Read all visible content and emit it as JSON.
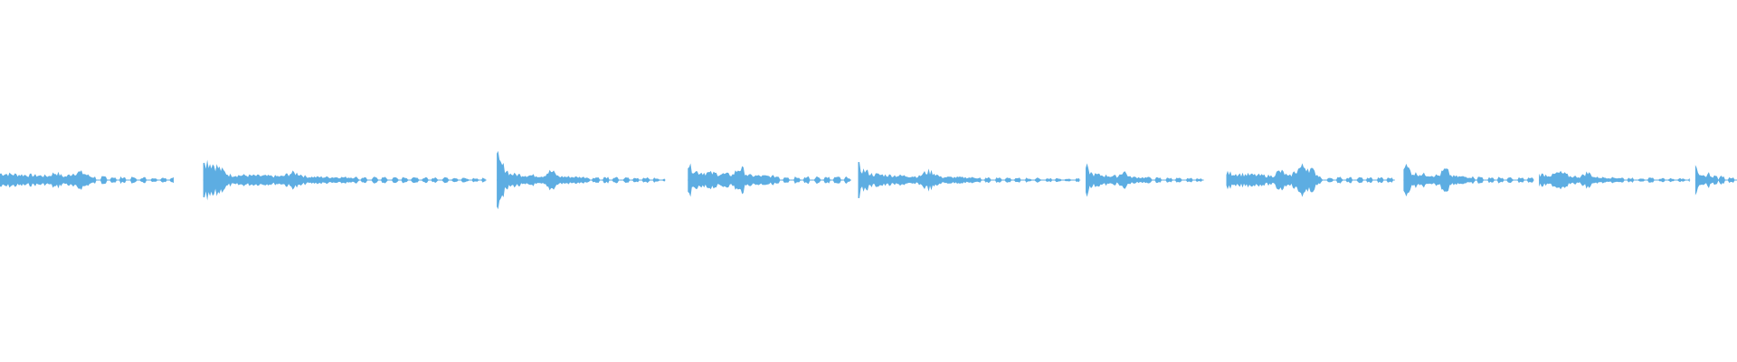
{
  "waveform": {
    "color": "#5dade2",
    "background": "#ffffff",
    "segments": [
      {
        "start": 0.0,
        "end": 0.1,
        "attack": 0.045,
        "peak": 0.22,
        "body": 0.1,
        "tail": 0.05
      },
      {
        "start": 0.117,
        "end": 0.28,
        "attack": 0.0,
        "peak": 0.55,
        "body": 0.1,
        "tail": 0.04
      },
      {
        "start": 0.286,
        "end": 0.383,
        "attack": 0.0,
        "peak": 0.48,
        "body": 0.12,
        "tail": 0.04
      },
      {
        "start": 0.396,
        "end": 0.49,
        "attack": 0.0,
        "peak": 0.36,
        "body": 0.16,
        "tail": 0.05
      },
      {
        "start": 0.494,
        "end": 0.622,
        "attack": 0.0,
        "peak": 0.3,
        "body": 0.12,
        "tail": 0.03
      },
      {
        "start": 0.625,
        "end": 0.693,
        "attack": 0.0,
        "peak": 0.28,
        "body": 0.12,
        "tail": 0.03
      },
      {
        "start": 0.706,
        "end": 0.803,
        "attack": 0.045,
        "peak": 0.38,
        "body": 0.12,
        "tail": 0.04
      },
      {
        "start": 0.808,
        "end": 0.883,
        "attack": 0.0,
        "peak": 0.4,
        "body": 0.14,
        "tail": 0.04
      },
      {
        "start": 0.886,
        "end": 0.973,
        "attack": 0.012,
        "peak": 0.2,
        "body": 0.1,
        "tail": 0.03
      },
      {
        "start": 0.976,
        "end": 1.0,
        "attack": 0.0,
        "peak": 0.3,
        "body": 0.1,
        "tail": 0.06
      }
    ]
  }
}
